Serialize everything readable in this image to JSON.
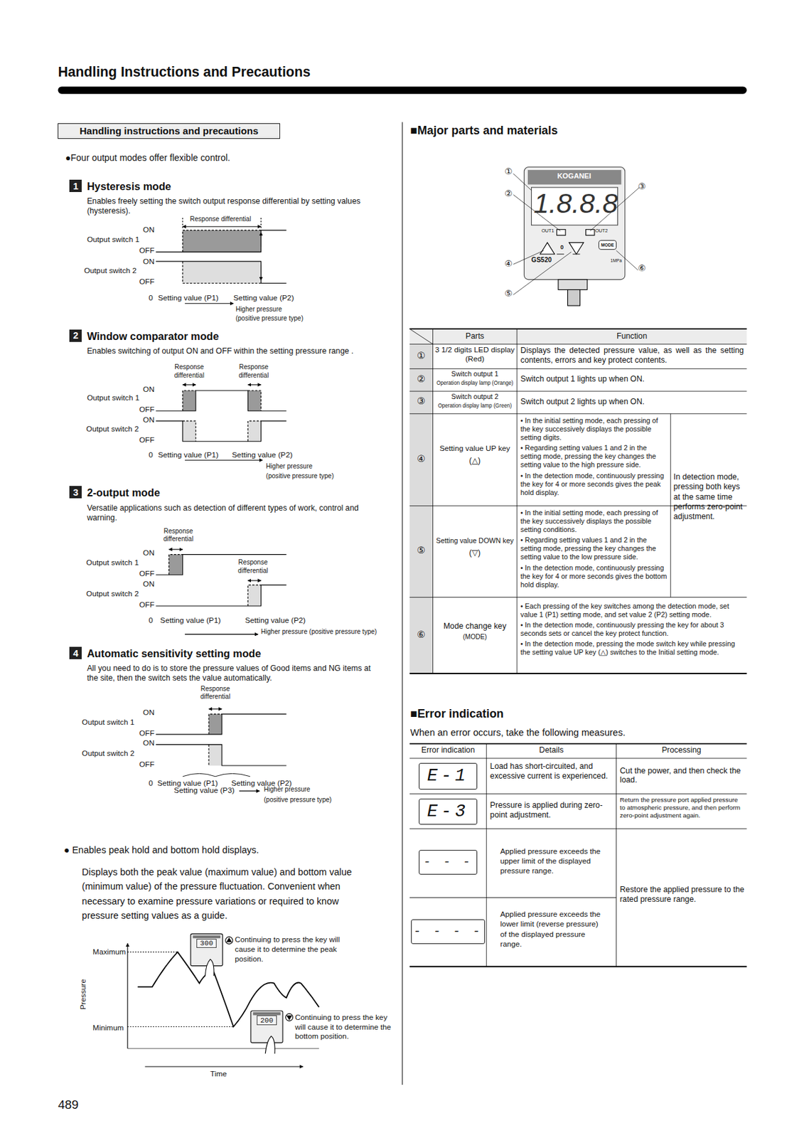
{
  "diagram": {
    "title": "Handling Instructions and Precautions",
    "nodes": [
      {
        "text": [
          "Handling instructions and precautions"
        ]
      },
      {
        "text": [
          "1"
        ]
      },
      {
        "text": [
          "2"
        ]
      },
      {
        "text": [
          "3"
        ]
      },
      {
        "text": [
          "4"
        ]
      },
      {
        "text": [
          "300"
        ]
      },
      {
        "text": [
          "200"
        ]
      },
      {
        "text": [
          "MODE"
        ]
      },
      {
        "text": [
          "E-1"
        ]
      },
      {
        "text": [
          "E-3"
        ]
      },
      {
        "text": [
          "- - -"
        ]
      },
      {
        "text": [
          "- - - -"
        ]
      }
    ],
    "labels": [
      "●Four output modes offer flexible control.",
      "Hysteresis mode",
      "Enables freely setting the switch output response differential by setting values (hysteresis).",
      "Response differential",
      "ON",
      "Output switch 1",
      "OFF",
      "ON",
      "Output switch 2",
      "OFF",
      "0",
      "Setting value (P1)",
      "Setting value (P2)",
      "Higher pressure",
      "(positive pressure type)",
      "Window comparator mode",
      "Enables switching of output ON and OFF within the setting pressure range .",
      "Response differential",
      "Response differential",
      "ON",
      "Output switch 1",
      "OFF",
      "ON",
      "Output switch 2",
      "OFF",
      "0",
      "Setting value (P1)",
      "Setting value (P2)",
      "Higher pressure",
      "(positive pressure type)",
      "2-output mode",
      "Versatile applications such as detection of different types of work, control and warning.",
      "Response differential",
      "ON",
      "Output switch 1",
      "Response differential",
      "OFF",
      "ON",
      "Output switch 2",
      "OFF",
      "0",
      "Setting value (P1)",
      "Setting value (P2)",
      "Higher pressure (positive pressure type)",
      "Automatic sensitivity setting mode",
      "All you need to do is to store the pressure values of Good items and NG items at the site, then the switch sets the value automatically.",
      "Response differential",
      "ON",
      "Output switch 1",
      "OFF",
      "ON",
      "Output switch 2",
      "OFF",
      "0",
      "Setting value (P1)",
      "Setting value (P2)",
      "Setting value (P3)",
      "Higher pressure",
      "(positive pressure type)",
      "● Enables peak hold and bottom hold displays.",
      "Displays both the peak value (maximum value) and bottom value (minimum value) of the pressure fluctuation. Convenient when necessary to examine pressure variations or required to know pressure setting values as a guide.",
      "Maximum",
      "Pressure",
      "Continuing to press the key will cause it to determine the peak position.",
      "Minimum",
      "Continuing to press the key will cause it to determine the bottom position.",
      "Time",
      "■Major parts and materials",
      "①",
      "②",
      "KOGANEI",
      "1.8.8.8",
      "③",
      "OUT1",
      "OUT2",
      "0",
      "④",
      "GS520",
      "1MPa",
      "⑥",
      "⑤",
      "Parts",
      "Function",
      "①",
      "3 1/2 digits LED display (Red)",
      "Displays the detected pressure value, as well as the setting contents, errors and key protect contents.",
      "②",
      "Switch output 1",
      "Operation display lamp (Orange)",
      "Switch output 1 lights up when ON.",
      "③",
      "Switch output 2",
      "Operation display lamp (Green)",
      "Switch output 2 lights up when ON.",
      "④",
      "Setting value UP key",
      "(△)",
      "• In the initial setting mode, each pressing of the key successively displays the possible setting digits.",
      "• Regarding setting values 1 and 2 in the setting mode, pressing the key changes the setting value to the high pressure side.",
      "• In the detection mode, continuously pressing the key for 4 or more seconds gives the peak hold display.",
      "In detection mode, pressing both keys at the same time performs zero-point adjustment.",
      "⑤",
      "Setting value DOWN key",
      "(▽)",
      "• In the initial setting mode, each pressing of the key successively displays the possible setting conditions.",
      "• Regarding setting values 1 and 2 in the setting mode, pressing the key changes the setting value to the low pressure side.",
      "• In the detection mode, continuously pressing the key for 4 or more seconds gives the bottom hold display.",
      "⑥",
      "Mode change key",
      "(MODE)",
      "• Each pressing of the key switches among the detection mode, set value 1 (P1) setting mode, and set value 2 (P2) setting mode.",
      "• In the detection mode, continuously pressing the key for about 3 seconds sets or cancel the key protect function.",
      "• In the detection mode, pressing the mode switch key while pressing the setting value UP key (△) switches to the Initial setting mode.",
      "■Error indication",
      "When an error occurs, take the following measures.",
      "Error indication",
      "Details",
      "Processing",
      "Load has short-circuited, and excessive current is experienced.",
      "Cut the power, and then check the load.",
      "Pressure is applied during zero-point adjustment.",
      "Return the pressure port applied pressure to atmospheric pressure, and then perform zero-point adjustment again.",
      "Applied pressure exceeds the upper limit of the displayed pressure range.",
      "Restore the applied pressure to the rated pressure range.",
      "Applied pressure exceeds the lower limit (reverse pressure) of the displayed pressure range.",
      "489"
    ]
  }
}
